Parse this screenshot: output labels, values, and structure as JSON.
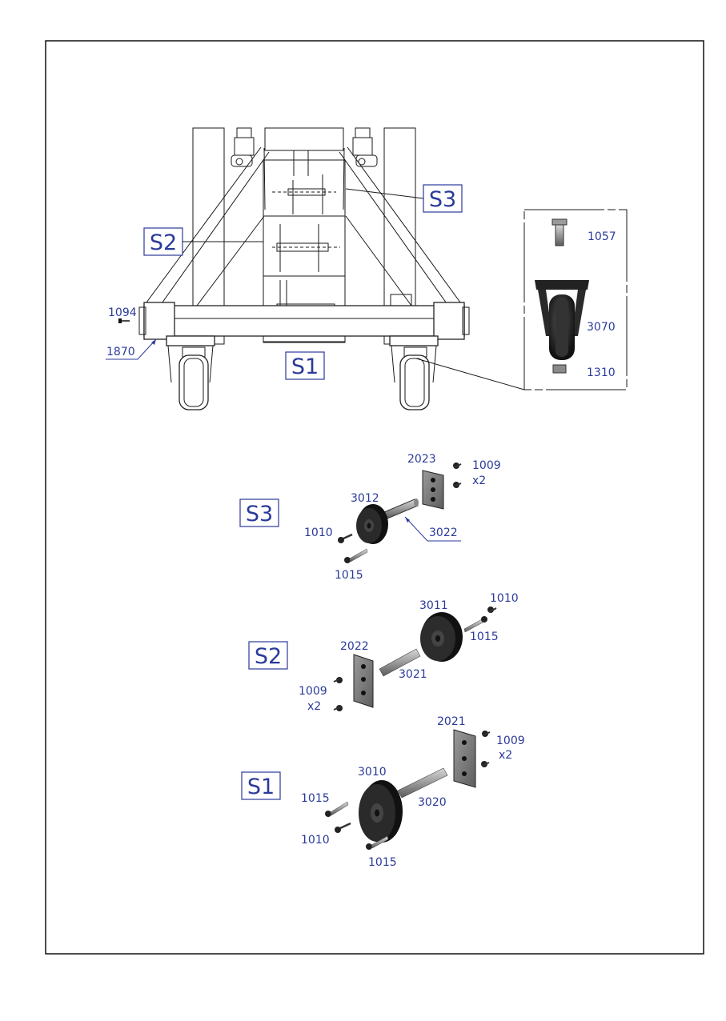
{
  "overview": {
    "sections": {
      "s1": "S1",
      "s2": "S2",
      "s3": "S3"
    },
    "callouts": {
      "bolt_small": "1094",
      "frame": "1870"
    },
    "caster_detail": {
      "bolt": "1057",
      "caster": "3070",
      "nut": "1310"
    }
  },
  "s3_group": {
    "title": "S3",
    "labels": {
      "plate": "2023",
      "screws": "1009",
      "screws_qty": "x2",
      "pulley": "3012",
      "axle": "3022",
      "bolt_a": "1010",
      "bolt_b": "1015"
    }
  },
  "s2_group": {
    "title": "S2",
    "labels": {
      "pulley": "3011",
      "bolt_top": "1010",
      "bolt_long": "1015",
      "plate": "2022",
      "axle": "3021",
      "screws": "1009",
      "screws_qty": "x2"
    }
  },
  "s1_group": {
    "title": "S1",
    "labels": {
      "plate": "2021",
      "screws": "1009",
      "screws_qty": "x2",
      "pulley": "3010",
      "axle": "3020",
      "bolt_long_a": "1015",
      "bolt_short": "1010",
      "bolt_long_b": "1015"
    }
  },
  "colors": {
    "label": "#2b3a9a",
    "line": "#1a1a1a",
    "part_dark": "#1c1c1c",
    "part_gray": "#8a8a8a"
  }
}
